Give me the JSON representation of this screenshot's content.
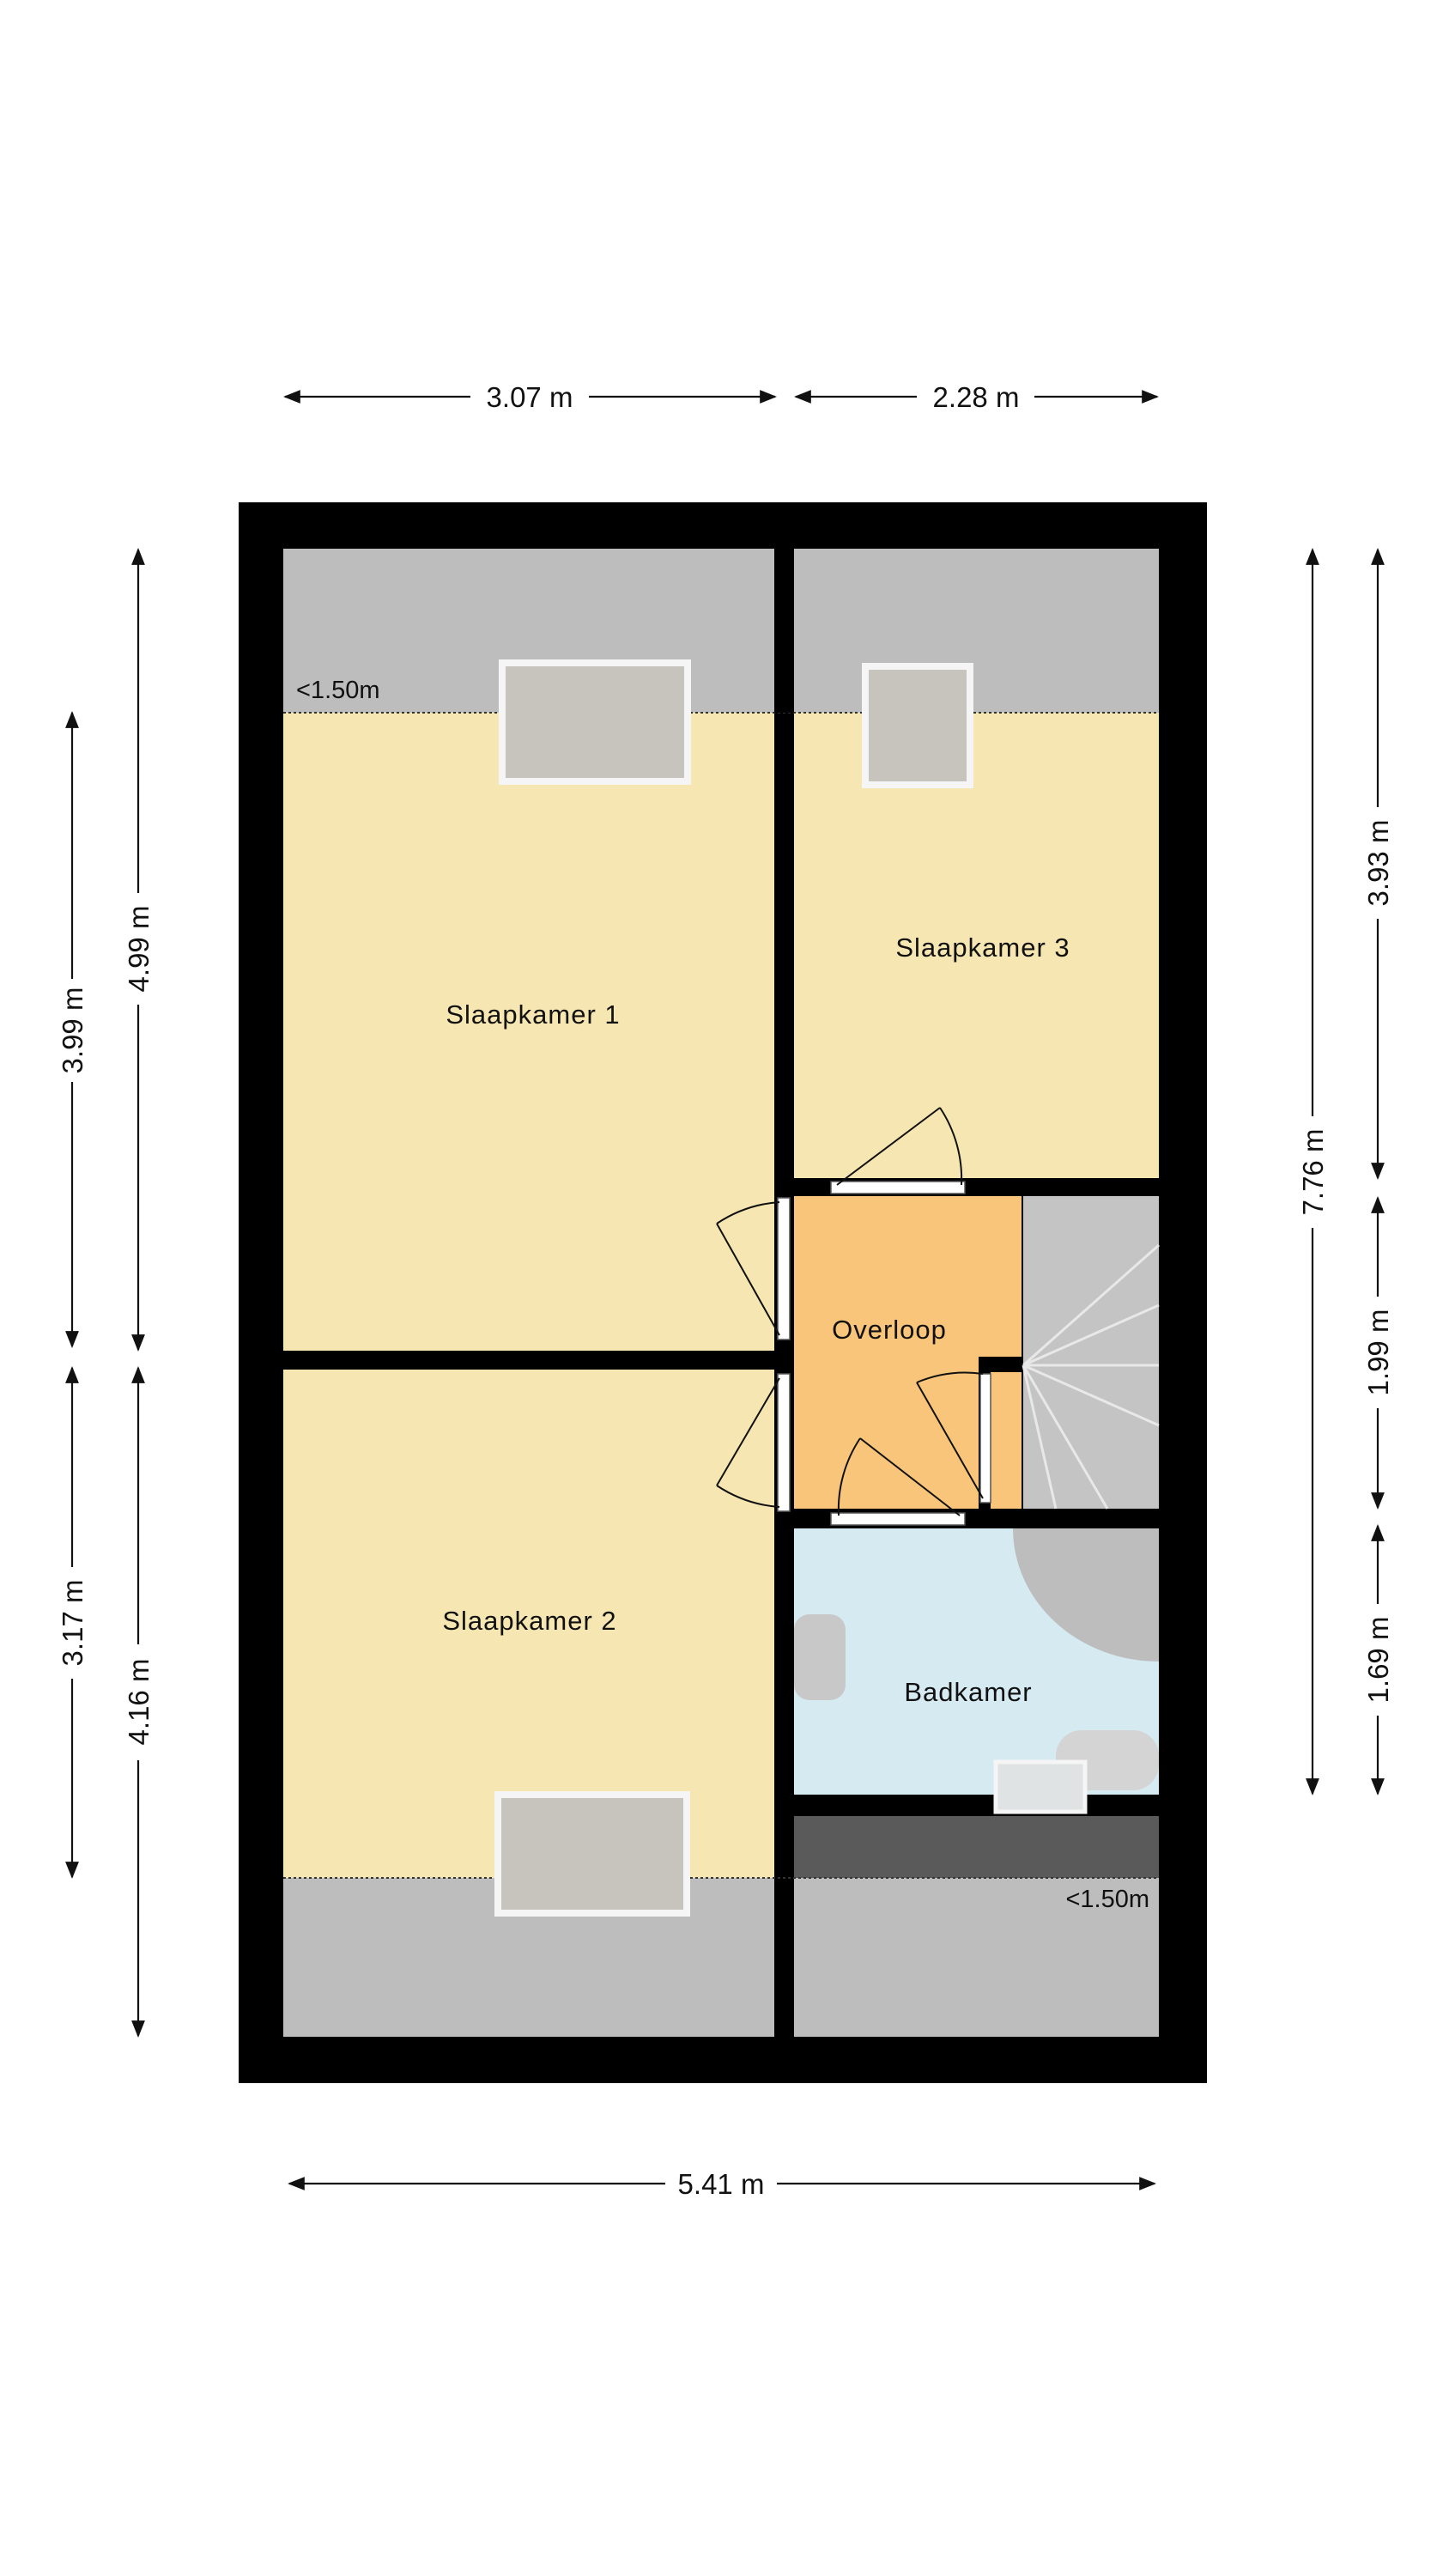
{
  "rooms": {
    "slaapkamer1": "Slaapkamer 1",
    "slaapkamer2": "Slaapkamer 2",
    "slaapkamer3": "Slaapkamer 3",
    "overloop": "Overloop",
    "badkamer": "Badkamer"
  },
  "height_notes": {
    "top": "<1.50m",
    "bottom": "<1.50m"
  },
  "dimensions": {
    "top_left": "3.07 m",
    "top_right": "2.28 m",
    "bottom": "5.41 m",
    "left_outer_top": "3.99 m",
    "left_outer_bottom": "3.17 m",
    "left_inner_top": "4.99 m",
    "left_inner_bottom": "4.16 m",
    "right_total": "7.76 m",
    "right_top": "3.93 m",
    "right_middle": "1.99 m",
    "right_bottom": "1.69 m"
  },
  "colors": {
    "wall": "#000000",
    "bedroom": "#f5e6b2",
    "landing": "#f9c57a",
    "bathroom": "#d6eaf2",
    "low_ceiling": "#bdbdbd",
    "stairs": "#c8c8c8"
  }
}
